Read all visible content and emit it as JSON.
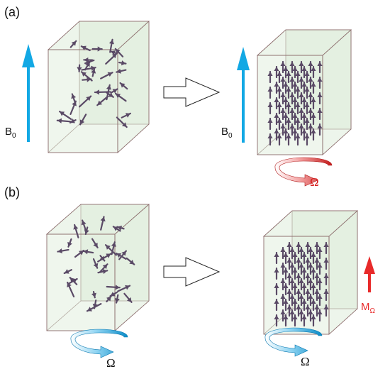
{
  "panels": {
    "a": {
      "label": "(a)"
    },
    "b": {
      "label": "(b)"
    }
  },
  "labels": {
    "field": "B",
    "field_sub": "0",
    "omega": "Ω",
    "magnetization": "M",
    "magnetization_sub": "Ω"
  },
  "colors": {
    "field_arrow": "#12a8e4",
    "magnetization_arrow": "#e82a2a",
    "omega_text_red": "#d81e1e",
    "omega_text_blue": "#111111",
    "box_fill": "#dcebd8",
    "box_edge": "#8a6a6a",
    "spin": "#5a4a66"
  },
  "icons": [
    "field-arrow-icon",
    "rotation-arrow-icon",
    "transition-arrow-icon",
    "magnetization-arrow-icon"
  ]
}
